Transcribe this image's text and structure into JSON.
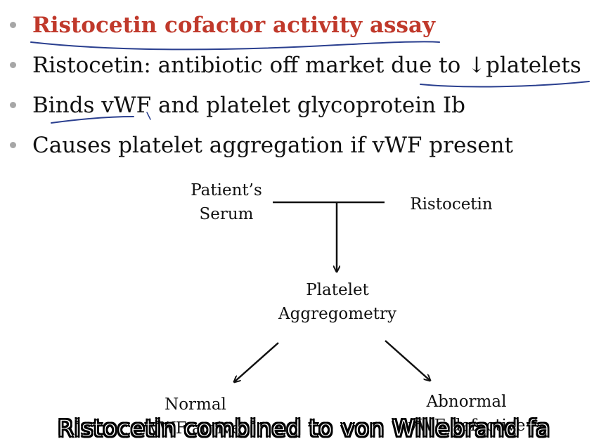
{
  "colors": {
    "title_red": "#c0392b",
    "bullet_gray": "#a6a6a6",
    "ink_blue": "#2a3f8f",
    "text": "#111111"
  },
  "bullets": [
    "Ristocetin cofactor activity assay",
    "Ristocetin: antibiotic off market due to ↓platelets",
    "Binds vWF and platelet glycoprotein Ib",
    "Causes platelet aggregation if vWF present"
  ],
  "diagram": {
    "patient_serum_line1": "Patient’s",
    "patient_serum_line2": "Serum",
    "ristocetin": "Ristocetin",
    "aggregometry_line1": "Platelet",
    "aggregometry_line2": "Aggregometry",
    "normal_line1": "Normal",
    "normal_line2": "vWF active",
    "abnormal_line1": "Abnormal",
    "abnormal_line2": "vWF defective"
  },
  "caption": "Ristocetin combined to von Willebrand fa"
}
